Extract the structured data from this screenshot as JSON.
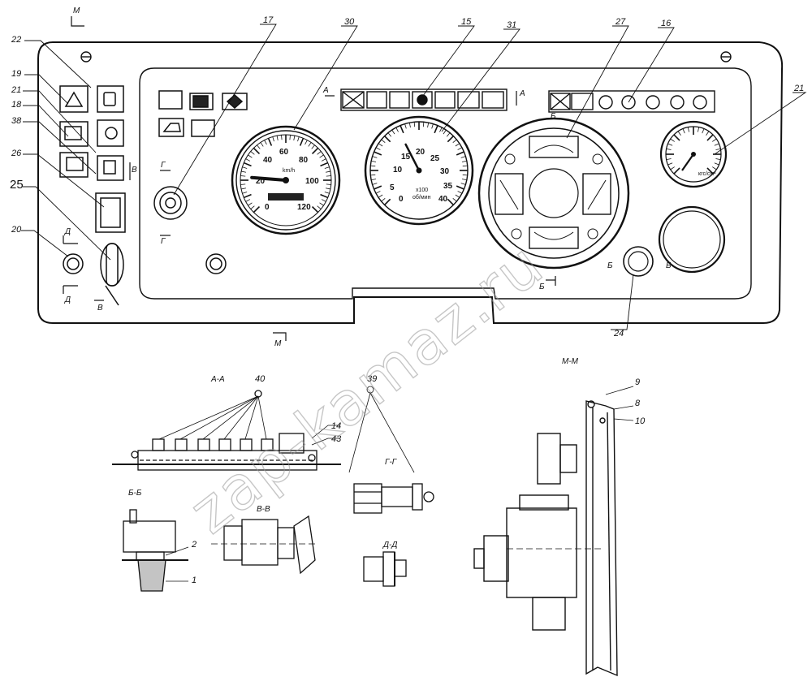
{
  "callouts": {
    "c1": "1",
    "c2": "2",
    "c8": "8",
    "c9": "9",
    "c10": "10",
    "c14": "14",
    "c15": "15",
    "c16": "16",
    "c17": "17",
    "c18": "18",
    "c19": "19",
    "c20": "20",
    "c21a": "21",
    "c21b": "21",
    "c22": "22",
    "c24": "24",
    "c25": "25",
    "c26": "26",
    "c27": "27",
    "c30": "30",
    "c31": "31",
    "c38": "38",
    "c39": "39",
    "c40": "40",
    "c43": "43"
  },
  "sections": {
    "aa": "А-А",
    "bb": "Б-Б",
    "vv": "В-В",
    "gg": "Г-Г",
    "dd": "Д-Д",
    "mm": "М-М",
    "m": "М",
    "a": "А",
    "b": "Б",
    "v": "В",
    "g": "Г",
    "d": "Д"
  },
  "speedometer": {
    "ticks": [
      "0",
      "20",
      "40",
      "60",
      "80",
      "100",
      "120"
    ],
    "unit": "km/h",
    "value_kmh": 22
  },
  "tachometer": {
    "ticks": [
      "0",
      "5",
      "10",
      "15",
      "20",
      "25",
      "30",
      "35",
      "40"
    ],
    "unit_top": "x100",
    "unit_bottom": "об/мин",
    "value": 16
  },
  "pressure_gauge": {
    "unit": "кгс/см²"
  },
  "watermark": "zap-kamaz.ru"
}
